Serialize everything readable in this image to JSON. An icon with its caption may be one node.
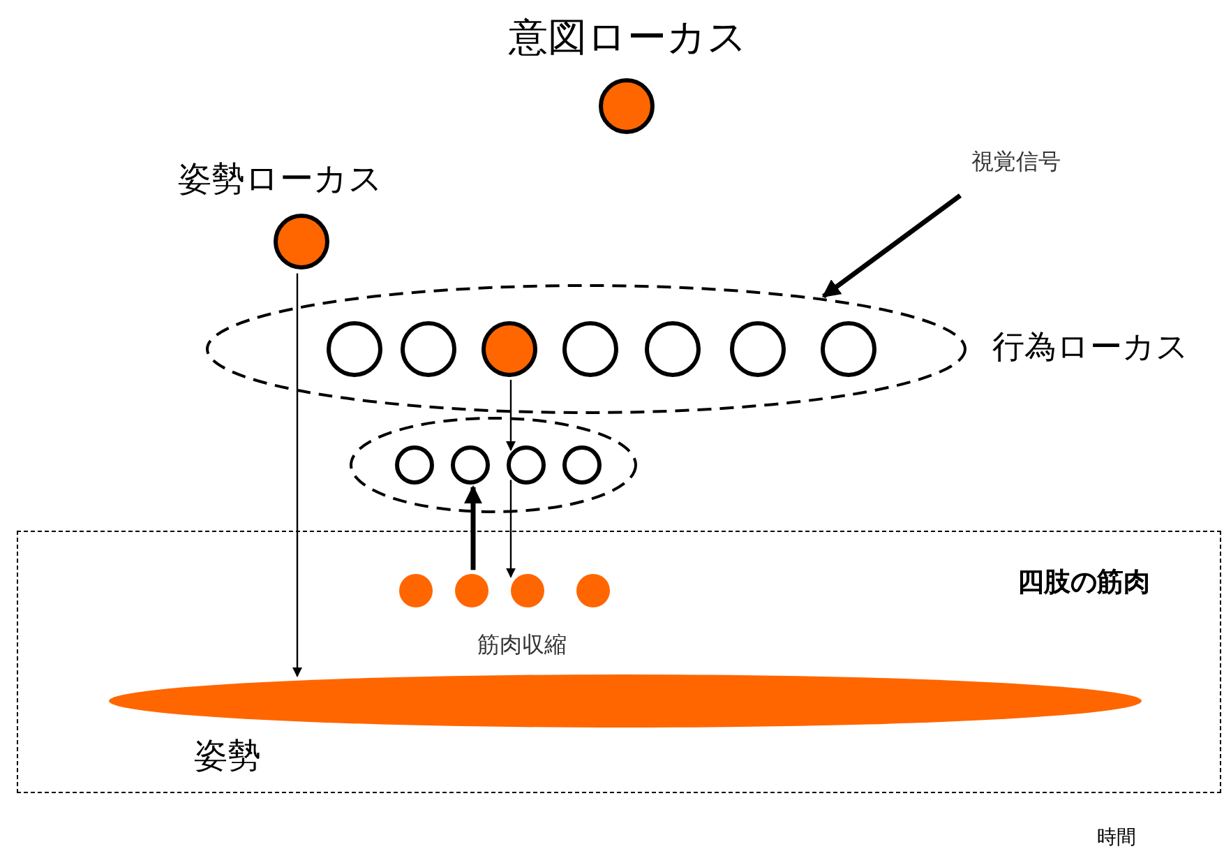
{
  "diagram": {
    "nodes": [
      {
        "text": [
          "意図ローカス"
        ]
      },
      {
        "text": [
          "姿勢ローカス"
        ]
      },
      {
        "text": [
          "行為ローカス"
        ]
      },
      {
        "text": [],
        "shape": "circle",
        "in": 2
      },
      {
        "text": [],
        "shape": "circle",
        "in": 2
      },
      {
        "text": [],
        "shape": "circle",
        "in": 2
      },
      {
        "text": [],
        "shape": "circle",
        "in": 2
      },
      {
        "text": [],
        "shape": "circle",
        "in": 2
      },
      {
        "text": [],
        "shape": "circle",
        "in": 2
      },
      {
        "text": [],
        "shape": "circle",
        "in": 2
      },
      {
        "text": [],
        "shape": "circle"
      },
      {
        "text": [],
        "shape": "circle",
        "in": 10
      },
      {
        "text": [],
        "shape": "circle",
        "in": 10
      },
      {
        "text": [],
        "shape": "circle",
        "in": 10
      },
      {
        "text": [],
        "shape": "circle",
        "in": 10
      },
      {
        "text": [
          "四肢の筋肉"
        ]
      },
      {
        "text": [],
        "shape": "circle",
        "in": 15
      },
      {
        "text": [],
        "shape": "circle",
        "in": 15
      },
      {
        "text": [],
        "shape": "circle",
        "in": 15
      },
      {
        "text": [],
        "shape": "circle",
        "in": 15
      },
      {
        "text": [
          "姿勢"
        ],
        "in": 15
      },
      {
        "text": [
          "視覚信号"
        ]
      }
    ],
    "edges": [
      {
        "from": 1,
        "to": 20,
        "arrow": "to"
      },
      {
        "from": 5,
        "to": 13,
        "arrow": "to"
      },
      {
        "from": 13,
        "to": 18,
        "arrow": "to"
      },
      {
        "from": 17,
        "to": 12,
        "arrow": "to",
        "style": "thick"
      },
      {
        "from": 21,
        "to": 2,
        "arrow": "to",
        "style": "thick"
      }
    ],
    "labels": [
      "筋肉収縮",
      "時間"
    ]
  }
}
